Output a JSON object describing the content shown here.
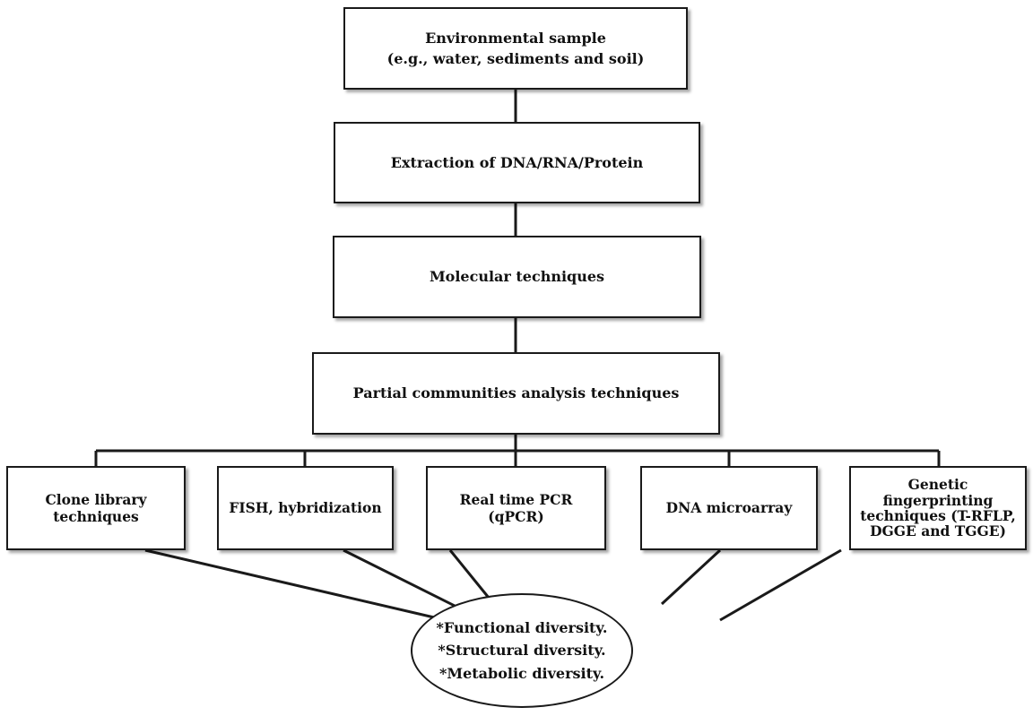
{
  "boxes": {
    "environmental_sample": {
      "line1": "Environmental sample",
      "line2": "(e.g., water, sediments and soil)"
    },
    "extraction": "Extraction of DNA/RNA/Protein",
    "molecular_techniques": "Molecular techniques",
    "partial_communities": "Partial communities analysis techniques"
  },
  "techniques": [
    {
      "line1": "Clone library",
      "line2": "techniques"
    },
    {
      "line1": "FISH, hybridization"
    },
    {
      "line1": "Real time PCR",
      "line2": "(qPCR)"
    },
    {
      "line1": "DNA microarray"
    },
    {
      "line1": "Genetic",
      "line2": "fingerprinting",
      "line3": "techniques (T-RFLP,",
      "line4": "DGGE and TGGE)"
    }
  ],
  "outcomes": {
    "functional": "*Functional diversity.",
    "structural": "*Structural diversity.",
    "metabolic": "*Metabolic diversity."
  }
}
